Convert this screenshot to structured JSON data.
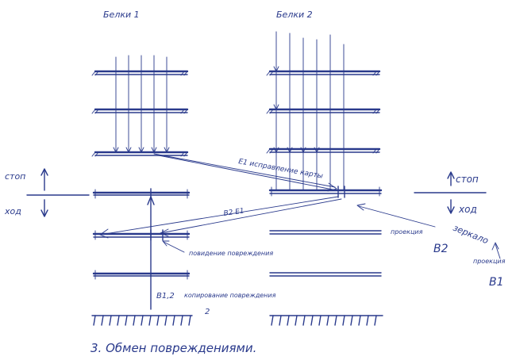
{
  "column_labels": {
    "left": "Белки 1",
    "right": "Белки 2"
  },
  "left_legend": {
    "top": "стоп",
    "bottom": "ход"
  },
  "right_legend": {
    "top": "стоп",
    "bottom": "ход"
  },
  "annotations": {
    "e1_arrow": "E1 исправление карты",
    "b2e1": "B2 E1",
    "new_lesions": "повидение повреждения",
    "b12_line1": "B1,2",
    "b12_line2": "копирование повреждения",
    "b12_line3": "2",
    "mirror": "зеркало",
    "proj_b2_word": "проекция",
    "proj_b2_letter": "B2",
    "proj_b1_word": "проекция",
    "proj_b1_letter": "B1"
  },
  "caption": "3. Обмен повреждениями.",
  "colors": {
    "ink": "#2a3a8c",
    "paper": "#ffffff"
  }
}
